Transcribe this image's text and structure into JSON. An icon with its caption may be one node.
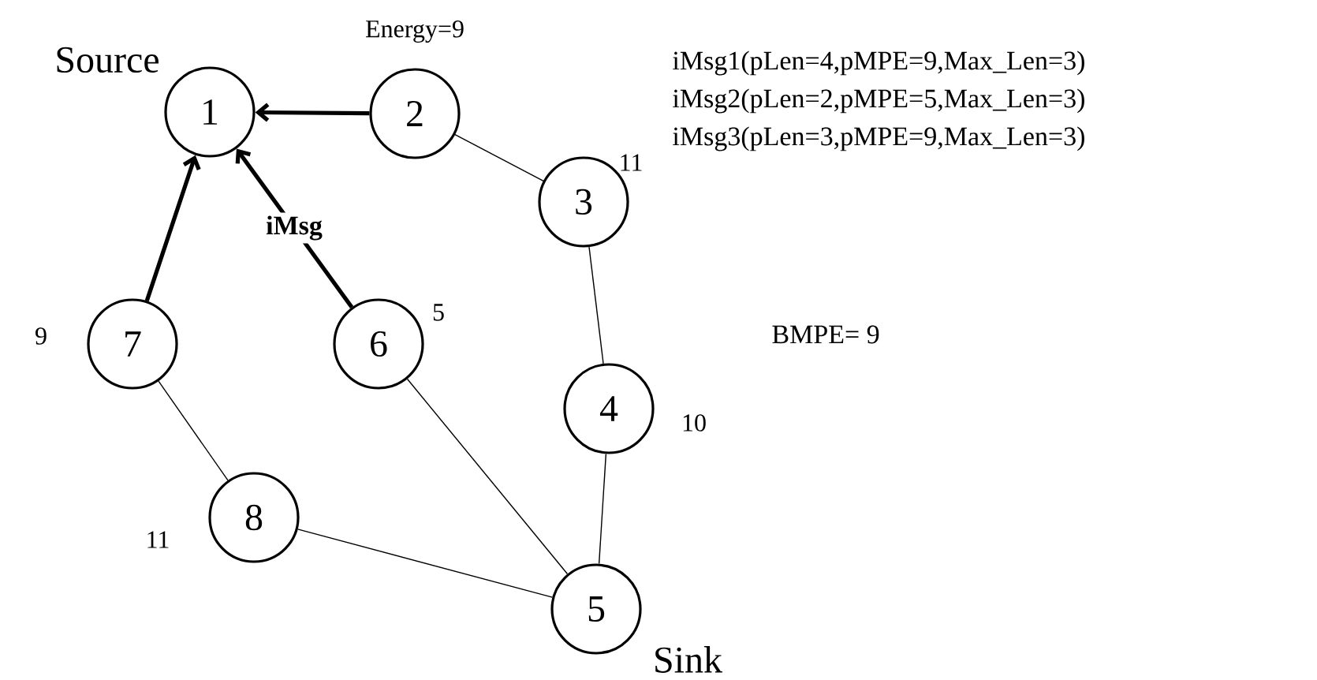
{
  "diagram": {
    "nodes": [
      {
        "text": [
          "1"
        ],
        "beside": [
          "Source"
        ]
      },
      {
        "text": [
          "2"
        ],
        "beside": [
          "Energy=9"
        ]
      },
      {
        "text": [
          "3"
        ],
        "beside": [
          "11"
        ]
      },
      {
        "text": [
          "4"
        ],
        "beside": [
          "10"
        ]
      },
      {
        "text": [
          "5"
        ],
        "beside": [
          "Sink"
        ]
      },
      {
        "text": [
          "6"
        ],
        "beside": [
          "5"
        ]
      },
      {
        "text": [
          "7"
        ],
        "beside": [
          "9"
        ]
      },
      {
        "text": [
          "8"
        ],
        "beside": [
          "11"
        ]
      }
    ],
    "edges": [
      {
        "from": 1,
        "to": 0,
        "arrow": "to",
        "style": "thick"
      },
      {
        "from": 6,
        "to": 0,
        "arrow": "to",
        "style": "thick"
      },
      {
        "from": 5,
        "to": 0,
        "arrow": "to",
        "style": "thick",
        "label": "iMsg"
      },
      {
        "from": 1,
        "to": 2,
        "arrow": "none"
      },
      {
        "from": 2,
        "to": 3,
        "arrow": "none"
      },
      {
        "from": 3,
        "to": 4,
        "arrow": "none"
      },
      {
        "from": 5,
        "to": 4,
        "arrow": "none"
      },
      {
        "from": 7,
        "to": 4,
        "arrow": "none"
      },
      {
        "from": 6,
        "to": 7,
        "arrow": "none"
      }
    ],
    "labels": [
      "iMsg1(pLen=4,pMPE=9,Max_Len=3)",
      "iMsg2(pLen=2,pMPE=5,Max_Len=3)",
      "iMsg3(pLen=3,pMPE=9,Max_Len=3)",
      "BMPE= 9"
    ]
  }
}
